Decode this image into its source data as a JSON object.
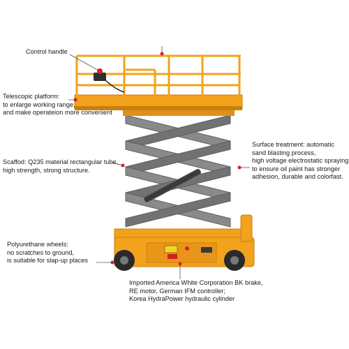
{
  "labels": {
    "control_handle": [
      "Control handle"
    ],
    "telescopic_platform": [
      "Telescopic platform:",
      "to enlarge working range,",
      "and make operateion more convenient"
    ],
    "scaffold": [
      "Scaffod: Q235 material rectangular tube,",
      "high strength, strong structure."
    ],
    "surface_treatment": [
      "Surface treatment: automatic",
      "sand blasting process,",
      "high voltage electrostatic spraying,",
      "to ensure oil paint has stronger",
      "adhesion, durable and colorfast."
    ],
    "wheels": [
      "Polyurethane wheels:",
      "no scratches to ground,",
      "is suitable for slap-up places"
    ],
    "components": [
      "Imported America White Corporation BK brake,",
      "RE motor, German IFM controller;",
      "Korea HydraPower hydraulic cylinder"
    ]
  },
  "colors": {
    "machine_body": "#f2a21b",
    "machine_dark": "#c97f0c",
    "scissor_arm": "#7d7d80",
    "wheel": "#2a2a2a",
    "callout_dot": "#d62020",
    "leader_line": "#555555"
  }
}
